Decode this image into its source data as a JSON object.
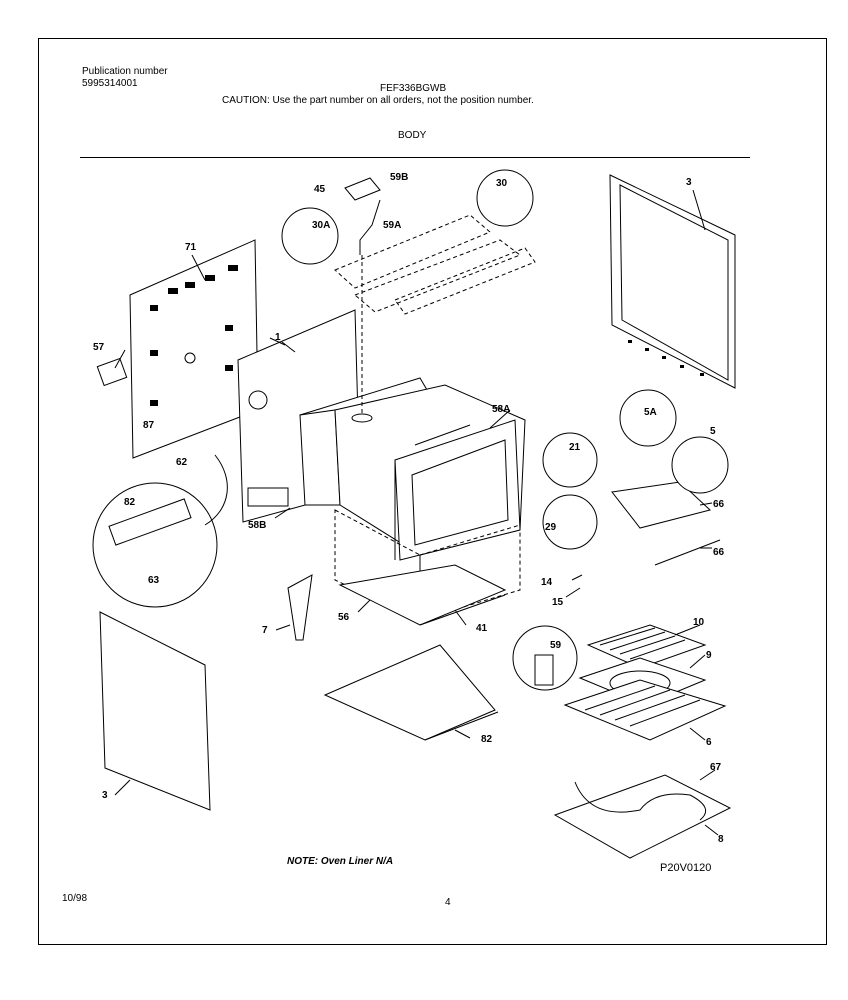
{
  "header": {
    "publication_label": "Publication number",
    "publication_number": "5995314001",
    "model": "FEF336BGWB",
    "caution": "CAUTION:  Use the part number on all orders, not the position number.",
    "section": "BODY"
  },
  "footer": {
    "note": "NOTE:  Oven Liner N/A",
    "drawing_code": "P20V0120",
    "date": "10/98",
    "page": "4"
  },
  "parts": {
    "p1": "1",
    "p3a": "3",
    "p3b": "3",
    "p5": "5",
    "p5a": "5A",
    "p6": "6",
    "p7": "7",
    "p8": "8",
    "p9": "9",
    "p10": "10",
    "p14": "14",
    "p15": "15",
    "p21": "21",
    "p29": "29",
    "p30": "30",
    "p30a": "30A",
    "p41": "41",
    "p45": "45",
    "p56": "56",
    "p57": "57",
    "p58a": "58A",
    "p58b": "58B",
    "p59": "59",
    "p59a": "59A",
    "p59b": "59B",
    "p62": "62",
    "p63": "63",
    "p66a": "66",
    "p66b": "66",
    "p67": "67",
    "p71": "71",
    "p82a": "82",
    "p82b": "82",
    "p87": "87"
  }
}
